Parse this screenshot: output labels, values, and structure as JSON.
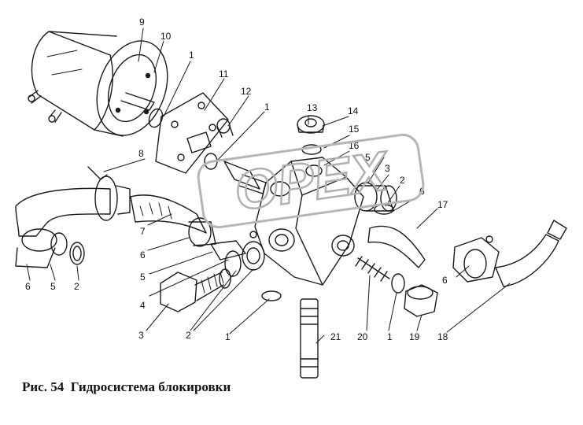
{
  "figure": {
    "caption_number": "Рис. 54",
    "caption_title": "Гидросистема блокировки"
  },
  "watermark": {
    "text": "OPEX"
  },
  "callouts": {
    "c1a": "1",
    "c1b": "1",
    "c1c": "1",
    "c1d": "1",
    "c2a": "2",
    "c2b": "2",
    "c2c": "2",
    "c3a": "3",
    "c3b": "3",
    "c4": "4",
    "c5a": "5",
    "c5b": "5",
    "c5c": "5",
    "c6a": "6",
    "c6b": "6",
    "c6c": "6",
    "c6d": "6",
    "c7": "7",
    "c8": "8",
    "c9": "9",
    "c10": "10",
    "c11": "11",
    "c12": "12",
    "c13": "13",
    "c14": "14",
    "c15": "15",
    "c16": "16",
    "c17": "17",
    "c18": "18",
    "c19": "19",
    "c20": "20",
    "c21": "21"
  }
}
